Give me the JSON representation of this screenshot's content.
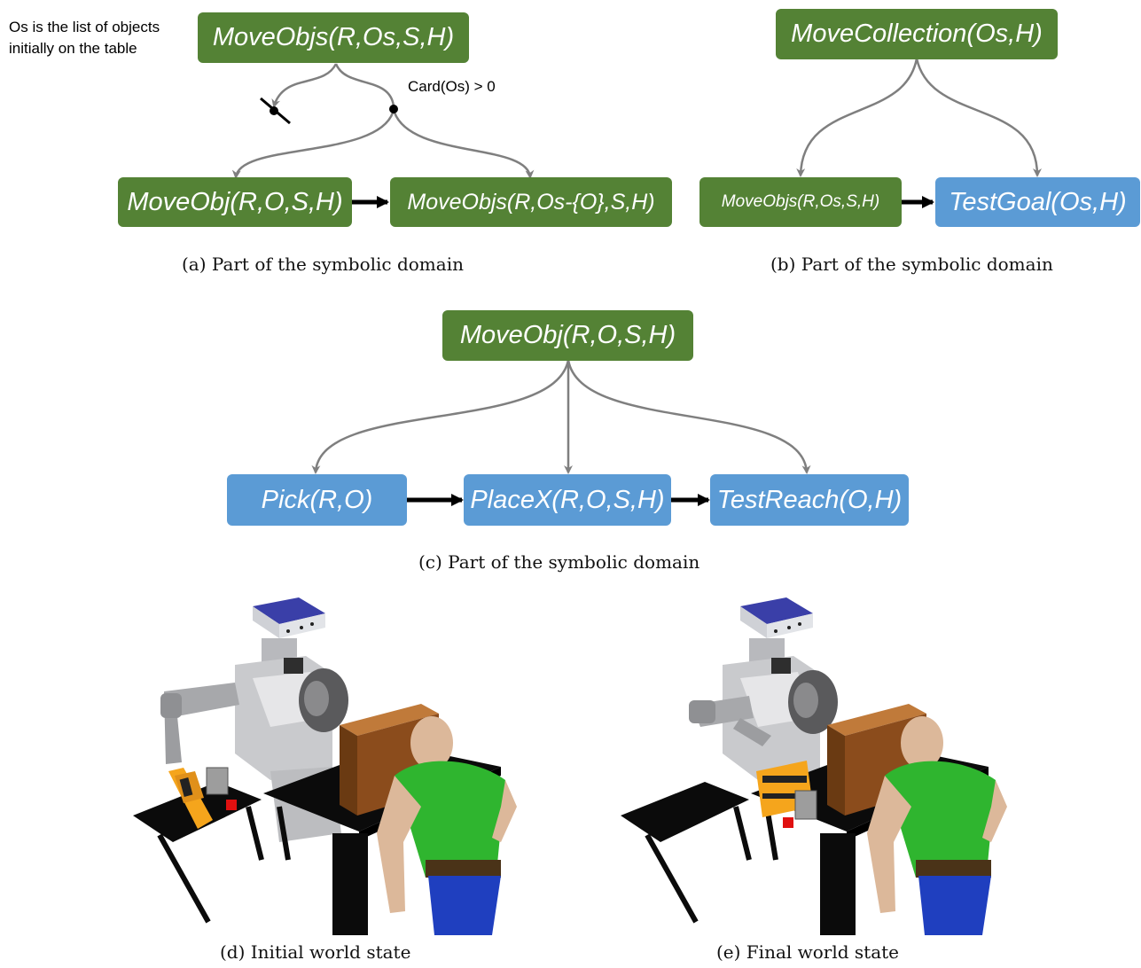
{
  "panel_a": {
    "note_line1": "Os is the list of objects",
    "note_line2": "initially on the table",
    "condition": "Card(Os) > 0",
    "root": "MoveObjs(R,Os,S,H)",
    "child_left": "MoveObj(R,O,S,H)",
    "child_right": "MoveObjs(R,Os-{O},S,H)",
    "caption": "(a)  Part of the symbolic domain"
  },
  "panel_b": {
    "root": "MoveCollection(Os,H)",
    "child_left": "MoveObjs(R,Os,S,H)",
    "child_right": "TestGoal(Os,H)",
    "caption": "(b)  Part of the symbolic domain"
  },
  "panel_c": {
    "root": "MoveObj(R,O,S,H)",
    "child_1": "Pick(R,O)",
    "child_2": "PlaceX(R,O,S,H)",
    "child_3": "TestReach(O,H)",
    "caption": "(c)  Part of the symbolic domain"
  },
  "panel_d": {
    "caption": "(d)  Initial world state"
  },
  "panel_e": {
    "caption": "(e)  Final world state"
  },
  "colors": {
    "method_node": "#548235",
    "action_node": "#5b9bd5",
    "edge": "#7f7f7f"
  }
}
